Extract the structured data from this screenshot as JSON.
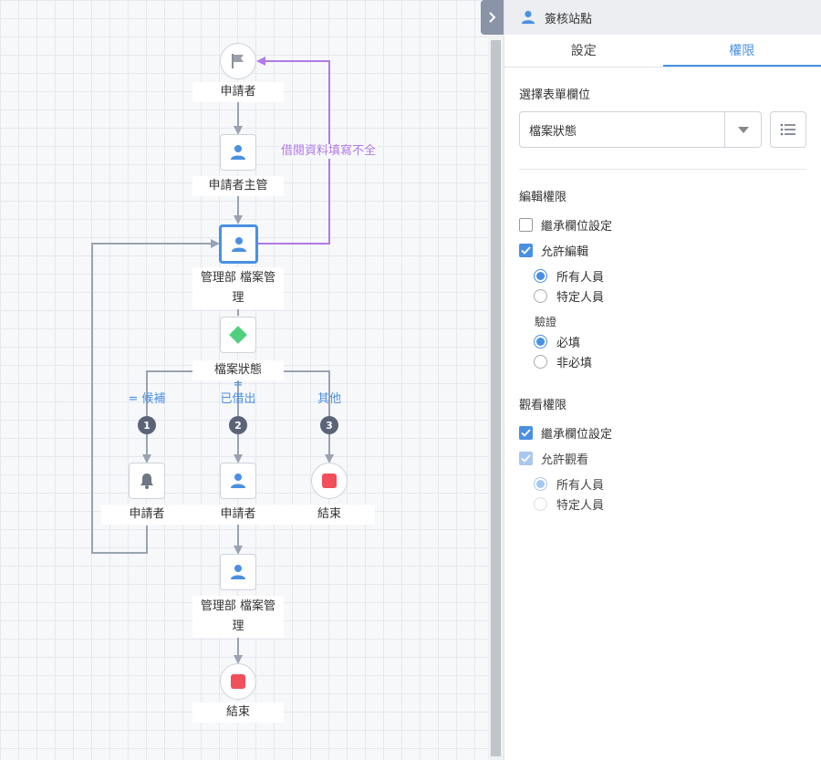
{
  "panel": {
    "title": "簽核站點",
    "tabs": [
      {
        "label": "設定",
        "active": false
      },
      {
        "label": "權限",
        "active": true
      }
    ],
    "field_select": {
      "label": "選擇表單欄位",
      "value": "檔案狀態"
    },
    "edit_permission": {
      "title": "編輯權限",
      "inherit": {
        "label": "繼承欄位設定",
        "checked": false
      },
      "allow": {
        "label": "允許編輯",
        "checked": true
      },
      "scope_options": [
        {
          "label": "所有人員",
          "selected": true
        },
        {
          "label": "特定人員",
          "selected": false
        }
      ],
      "validation_label": "驗證",
      "validation_options": [
        {
          "label": "必填",
          "selected": true
        },
        {
          "label": "非必填",
          "selected": false
        }
      ]
    },
    "view_permission": {
      "title": "觀看權限",
      "inherit": {
        "label": "繼承欄位設定",
        "checked": true
      },
      "allow": {
        "label": "允許觀看",
        "checked": true
      },
      "scope_options": [
        {
          "label": "所有人員",
          "selected": true
        },
        {
          "label": "特定人員",
          "selected": false
        }
      ]
    }
  },
  "flow": {
    "nodes": {
      "start": {
        "label": "申請者",
        "icon": "flag-icon"
      },
      "manager": {
        "label": "申請者主管",
        "icon": "user-icon"
      },
      "admin1": {
        "label": "管理部 檔案管理",
        "icon": "user-icon"
      },
      "condition": {
        "label": "檔案狀態",
        "icon": "diamond-icon"
      },
      "branch1": {
        "label": "申請者",
        "icon": "bell-icon"
      },
      "branch2": {
        "label": "申請者",
        "icon": "user-icon"
      },
      "end1": {
        "label": "結束",
        "icon": "stop-icon"
      },
      "admin2": {
        "label": "管理部 檔案管理",
        "icon": "user-icon"
      },
      "end2": {
        "label": "結束",
        "icon": "stop-icon"
      }
    },
    "edge_labels": {
      "reject": "借閱資料填寫不全",
      "cond1": "= 候補",
      "cond2": "=\n已借出",
      "cond3": "其他"
    },
    "badges": [
      "1",
      "2",
      "3"
    ],
    "colors": {
      "accent": "#4a90e2",
      "reject_edge": "#b279e8",
      "stop": "#f24f5b",
      "condition": "#4fcf7f",
      "edge": "#9aa2b1"
    }
  }
}
